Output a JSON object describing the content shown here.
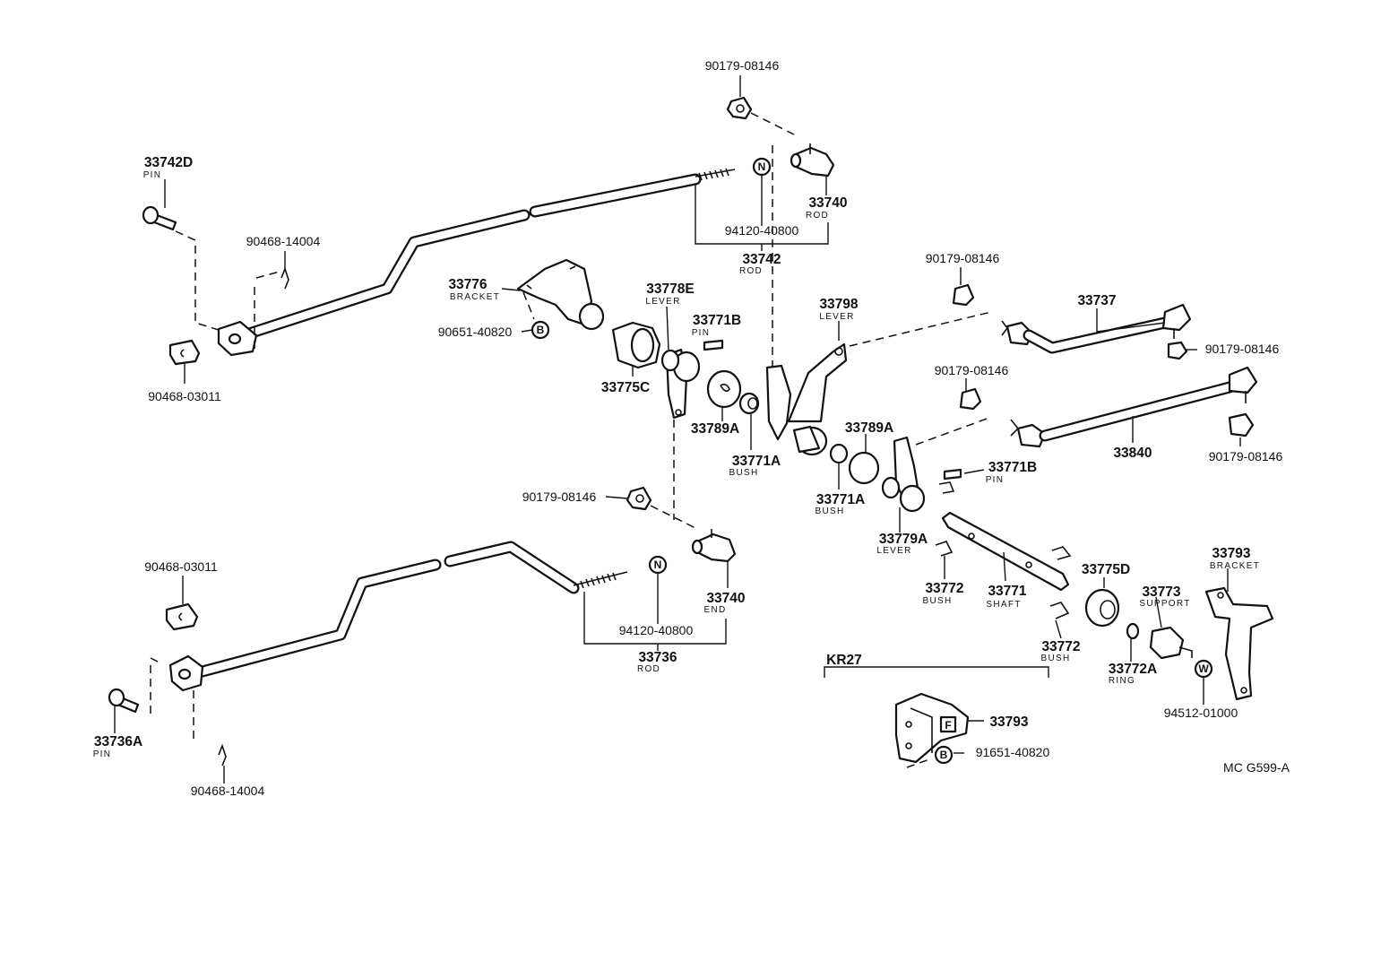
{
  "figure_code": "MC G599-A",
  "variant_label": "KR27",
  "symbols": {
    "n": "N",
    "b": "B",
    "w": "W",
    "f": "F"
  },
  "callouts": {
    "c1": {
      "num": "90179-08146",
      "sub": ""
    },
    "c2": {
      "num": "33742D",
      "sub": "PIN"
    },
    "c3": {
      "num": "33740",
      "sub": "ROD"
    },
    "c4": {
      "num": "94120-40800",
      "sub": ""
    },
    "c5": {
      "num": "90468-14004",
      "sub": ""
    },
    "c6": {
      "num": "33742",
      "sub": "ROD"
    },
    "c7": {
      "num": "90179-08146",
      "sub": ""
    },
    "c8": {
      "num": "33776",
      "sub": "BRACKET"
    },
    "c9": {
      "num": "33778E",
      "sub": "LEVER"
    },
    "c10": {
      "num": "33798",
      "sub": "LEVER"
    },
    "c11": {
      "num": "33737",
      "sub": ""
    },
    "c12": {
      "num": "90651-40820",
      "sub": ""
    },
    "c13": {
      "num": "33771B",
      "sub": "PIN"
    },
    "c14": {
      "num": "90179-08146",
      "sub": ""
    },
    "c15": {
      "num": "90468-03011",
      "sub": ""
    },
    "c16": {
      "num": "33775C",
      "sub": ""
    },
    "c17": {
      "num": "90179-08146",
      "sub": ""
    },
    "c18": {
      "num": "33789A",
      "sub": ""
    },
    "c19": {
      "num": "33789A",
      "sub": ""
    },
    "c20": {
      "num": "33840",
      "sub": ""
    },
    "c21": {
      "num": "33771A",
      "sub": "BUSH"
    },
    "c22": {
      "num": "90179-08146",
      "sub": ""
    },
    "c23": {
      "num": "33771B",
      "sub": "PIN"
    },
    "c24": {
      "num": "90179-08146",
      "sub": ""
    },
    "c25": {
      "num": "33771A",
      "sub": "BUSH"
    },
    "c26": {
      "num": "33779A",
      "sub": "LEVER"
    },
    "c27": {
      "num": "33793",
      "sub": "BRACKET"
    },
    "c28": {
      "num": "90468-03011",
      "sub": ""
    },
    "c29": {
      "num": "33775D",
      "sub": ""
    },
    "c30": {
      "num": "33772",
      "sub": "BUSH"
    },
    "c31": {
      "num": "33771",
      "sub": "SHAFT"
    },
    "c32": {
      "num": "33773",
      "sub": "SUPPORT"
    },
    "c33": {
      "num": "33740",
      "sub": "END"
    },
    "c34": {
      "num": "94120-40800",
      "sub": ""
    },
    "c35": {
      "num": "33736",
      "sub": "ROD"
    },
    "c36": {
      "num": "33772",
      "sub": "BUSH"
    },
    "c37": {
      "num": "33772A",
      "sub": "RING"
    },
    "c38": {
      "num": "94512-01000",
      "sub": ""
    },
    "c39": {
      "num": "33793",
      "sub": ""
    },
    "c40": {
      "num": "91651-40820",
      "sub": ""
    },
    "c41": {
      "num": "33736A",
      "sub": "PIN"
    },
    "c42": {
      "num": "90468-14004",
      "sub": ""
    }
  }
}
